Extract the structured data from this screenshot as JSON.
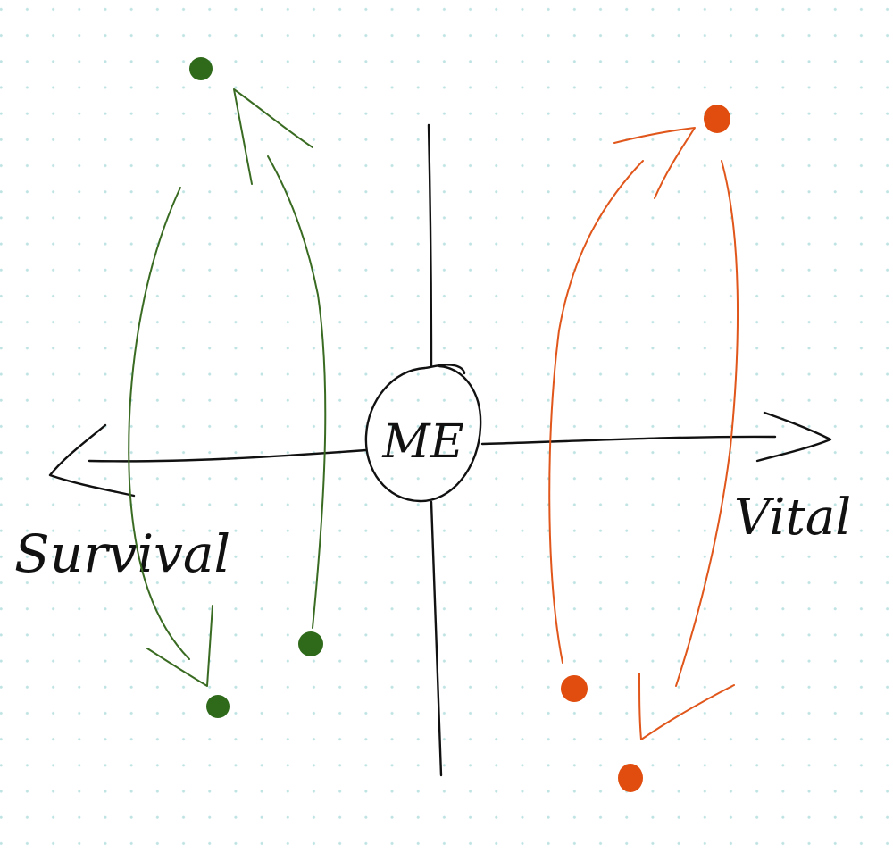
{
  "center_label": "ME",
  "left_label": "Survival",
  "right_label": "Vital",
  "colors": {
    "ink": "#111111",
    "green": "#3a6b22",
    "green_dot": "#2f6a1b",
    "orange": "#e0561b",
    "orange_dot": "#e04d0e",
    "grid_dot": "#bfe3e3"
  }
}
